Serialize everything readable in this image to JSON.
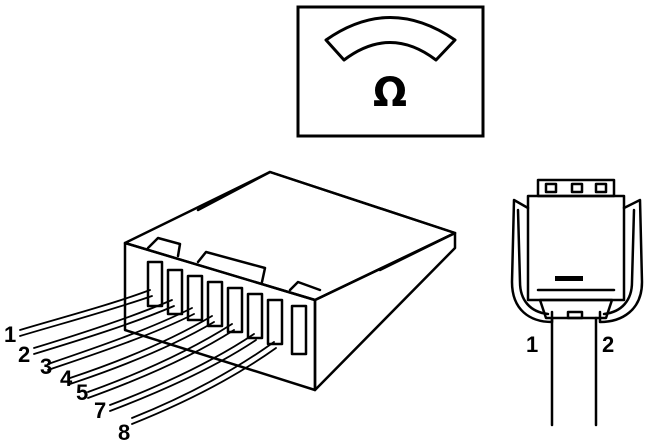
{
  "meter": {
    "symbol": "Ω",
    "icon": "ohmmeter-icon"
  },
  "left_connector": {
    "pins": [
      "1",
      "2",
      "3",
      "4",
      "5",
      "7",
      "8"
    ]
  },
  "right_connector": {
    "pins": [
      "1",
      "2"
    ]
  },
  "colors": {
    "line": "#000000",
    "background": "#ffffff"
  }
}
